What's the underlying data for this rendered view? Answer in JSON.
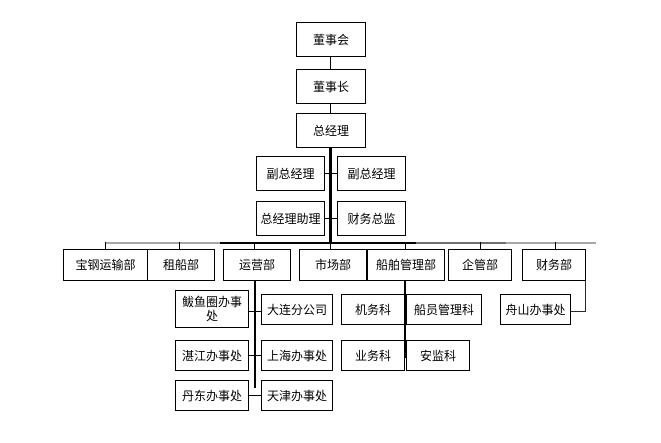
{
  "chart": {
    "type": "org-chart",
    "title": "",
    "language": "zh-CN",
    "colors": {
      "background": "#ffffff",
      "box_border": "#000000",
      "text": "#000000",
      "connector_dark": "#000000",
      "connector_grey": "#6e6e6e",
      "connector_light": "#a8a8a8"
    },
    "levels": [
      {
        "level": 1,
        "nodes": [
          "board"
        ]
      },
      {
        "level": 2,
        "nodes": [
          "chairman"
        ]
      },
      {
        "level": 3,
        "nodes": [
          "general_manager"
        ]
      },
      {
        "level": 4,
        "nodes": [
          "deputy_gm_left",
          "deputy_gm_right"
        ]
      },
      {
        "level": 5,
        "nodes": [
          "gm_assistant",
          "cfo"
        ]
      },
      {
        "level": 6,
        "nodes": [
          "dept_baogang",
          "dept_chartering",
          "dept_operations",
          "dept_market",
          "dept_ship_mgmt",
          "dept_enterprise_mgmt",
          "dept_finance"
        ]
      },
      {
        "level": 7,
        "nodes": [
          "bayuquan_office",
          "dalian_branch",
          "zhanjiang_office",
          "shanghai_office",
          "dandong_office",
          "tianjin_office",
          "engineering_sec",
          "crew_mgmt_sec",
          "business_sec",
          "safety_sec",
          "zhoushan_office"
        ]
      }
    ],
    "nodes": {
      "board": {
        "label": "董事会"
      },
      "chairman": {
        "label": "董事长"
      },
      "general_manager": {
        "label": "总经理"
      },
      "deputy_gm_left": {
        "label": "副总经理"
      },
      "deputy_gm_right": {
        "label": "副总经理"
      },
      "gm_assistant": {
        "label": "总经理助理"
      },
      "cfo": {
        "label": "财务总监"
      },
      "dept_baogang": {
        "label": "宝钢运输部"
      },
      "dept_chartering": {
        "label": "租船部"
      },
      "dept_operations": {
        "label": "运营部"
      },
      "dept_market": {
        "label": "市场部"
      },
      "dept_ship_mgmt": {
        "label": "船舶管理部"
      },
      "dept_enterprise_mgmt": {
        "label": "企管部"
      },
      "dept_finance": {
        "label": "财务部"
      },
      "bayuquan_office": {
        "label": "鲅鱼圈办事处"
      },
      "dalian_branch": {
        "label": "大连分公司"
      },
      "zhanjiang_office": {
        "label": "湛江办事处"
      },
      "shanghai_office": {
        "label": "上海办事处"
      },
      "dandong_office": {
        "label": "丹东办事处"
      },
      "tianjin_office": {
        "label": "天津办事处"
      },
      "engineering_sec": {
        "label": "机务科"
      },
      "crew_mgmt_sec": {
        "label": "船员管理科"
      },
      "business_sec": {
        "label": "业务科"
      },
      "safety_sec": {
        "label": "安监科"
      },
      "zhoushan_office": {
        "label": "舟山办事处"
      }
    }
  }
}
